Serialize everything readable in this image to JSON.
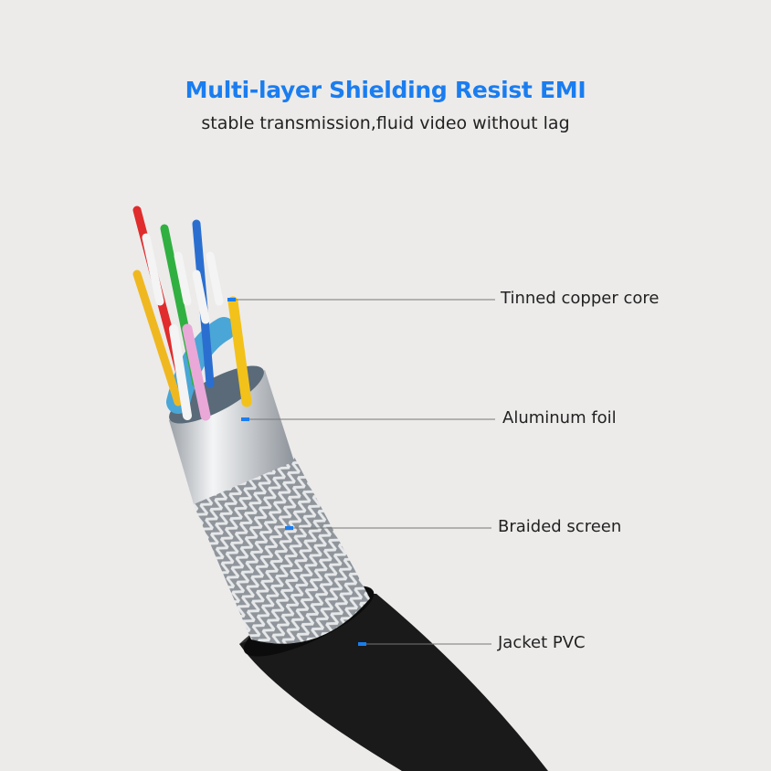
{
  "header": {
    "title": "Multi-layer Shielding Resist EMI",
    "subtitle": "stable transmission,fluid video without lag"
  },
  "labels": [
    {
      "text": "Tinned copper core"
    },
    {
      "text": "Aluminum foil"
    },
    {
      "text": "Braided screen"
    },
    {
      "text": "Jacket PVC"
    }
  ],
  "colors": {
    "accent": "#1a7df0",
    "jacket": "#1c1c1c",
    "foil": "#c9ccd0",
    "braid": "#a8adb2"
  }
}
